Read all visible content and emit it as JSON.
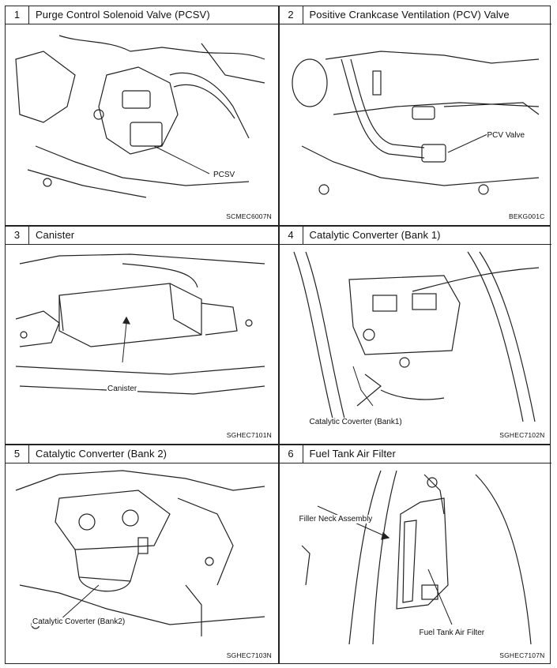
{
  "panels": [
    {
      "number": "1",
      "title": "Purge Control Solenoid Valve (PCSV)",
      "labels": [
        "PCSV"
      ],
      "code": "SCMEC6007N"
    },
    {
      "number": "2",
      "title": "Positive Crankcase Ventilation (PCV) Valve",
      "labels": [
        "PCV Valve"
      ],
      "code": "BEKG001C"
    },
    {
      "number": "3",
      "title": "Canister",
      "labels": [
        "Canister"
      ],
      "code": "SGHEC7101N"
    },
    {
      "number": "4",
      "title": "Catalytic Converter (Bank 1)",
      "labels": [
        "Catalytic Coverter (Bank1)"
      ],
      "code": "SGHEC7102N"
    },
    {
      "number": "5",
      "title": "Catalytic Converter (Bank 2)",
      "labels": [
        "Catalytic Coverter (Bank2)"
      ],
      "code": "SGHEC7103N"
    },
    {
      "number": "6",
      "title": "Fuel Tank Air Filter",
      "labels": [
        "Filler Neck Assembly",
        "Fuel Tank Air Filter"
      ],
      "code": "SGHEC7107N"
    }
  ]
}
